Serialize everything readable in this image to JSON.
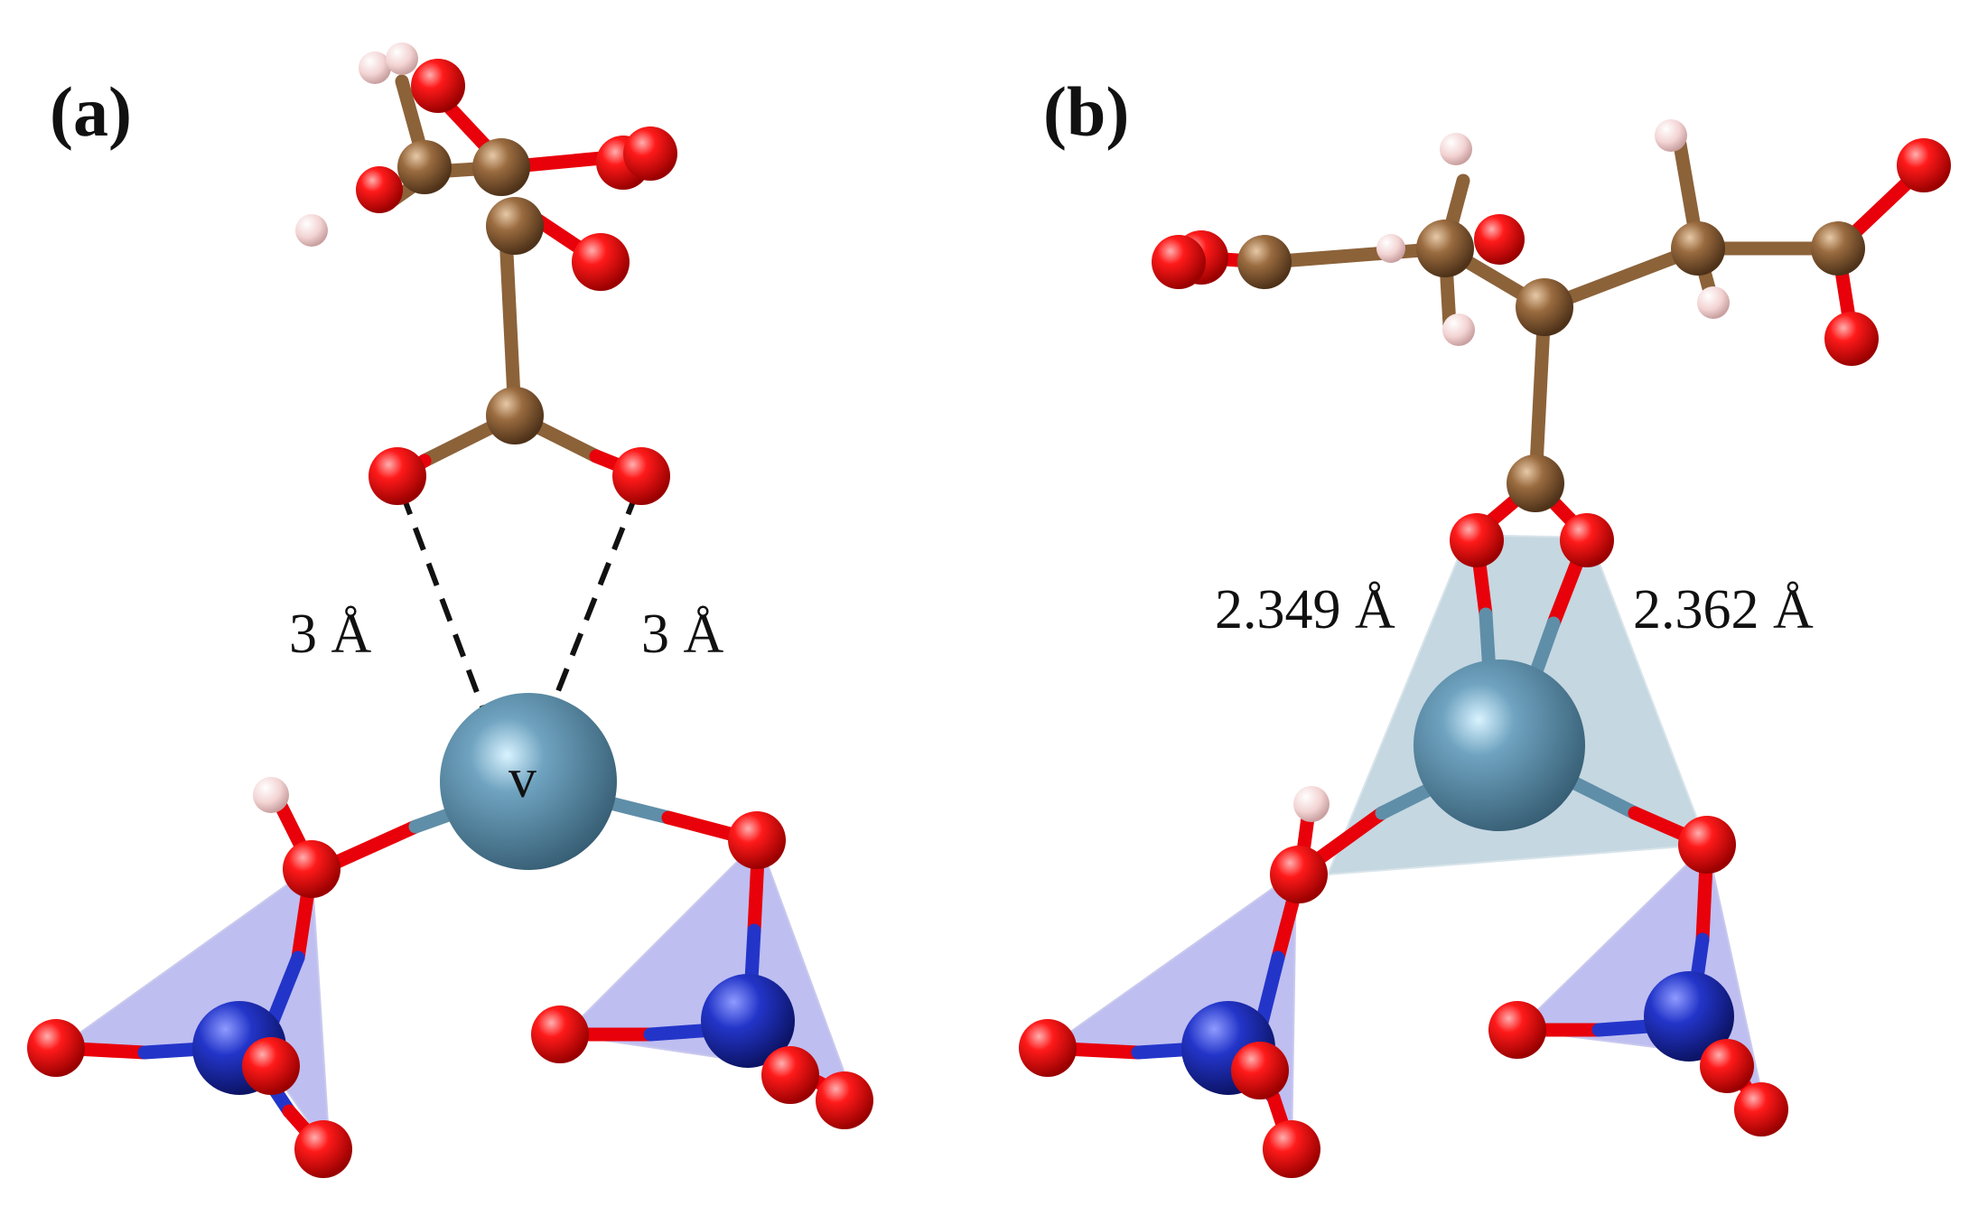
{
  "panels": [
    {
      "id": "a",
      "label": "(a)",
      "distances": [
        "3 Å",
        "3 Å"
      ],
      "center_label": "v"
    },
    {
      "id": "b",
      "label": "(b)",
      "distances": [
        "2.349 Å",
        "2.362 Å"
      ]
    }
  ],
  "colors": {
    "oxygen": "#e8000a",
    "carbon": "#8c6239",
    "hydrogen": "#f5d6d6",
    "vanadium": "#5f8ea8",
    "phosphorus": "#2335c9",
    "polyhedron_p": "#6f6fe0",
    "polyhedron_v": "#7fa7bd"
  }
}
